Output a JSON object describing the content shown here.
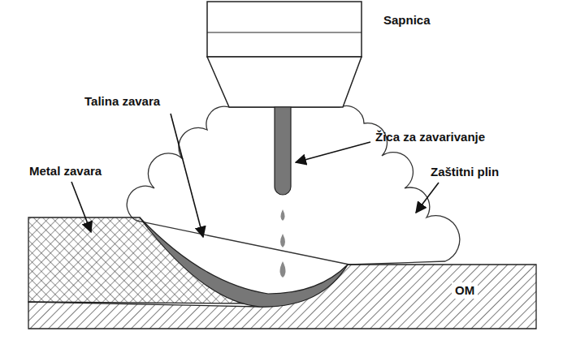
{
  "diagram": {
    "labels": [
      "Sapnica",
      "Talina zavara",
      "Žica za zavarivanje",
      "Metal zavara",
      "Zaštitni plin",
      "OM"
    ]
  }
}
